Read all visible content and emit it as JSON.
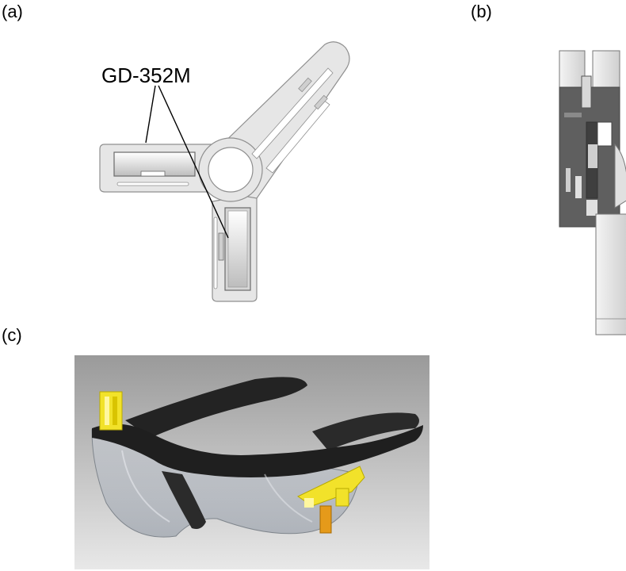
{
  "panels": {
    "a": {
      "label": "(a)",
      "callout": "GD-352M"
    },
    "b": {
      "label": "(b)"
    },
    "c": {
      "label": "(c)"
    }
  },
  "colors": {
    "part_fill": "#e6e6e6",
    "part_stroke": "#8f8f8f",
    "side_dark": "#5f5f5f",
    "side_light": "#e2e2e2",
    "photo_bg_top": "#9a9a9a",
    "photo_bg_bottom": "#e8e8e8",
    "frame": "#1f1f1f",
    "clip_yellow": "#f2e22a"
  }
}
